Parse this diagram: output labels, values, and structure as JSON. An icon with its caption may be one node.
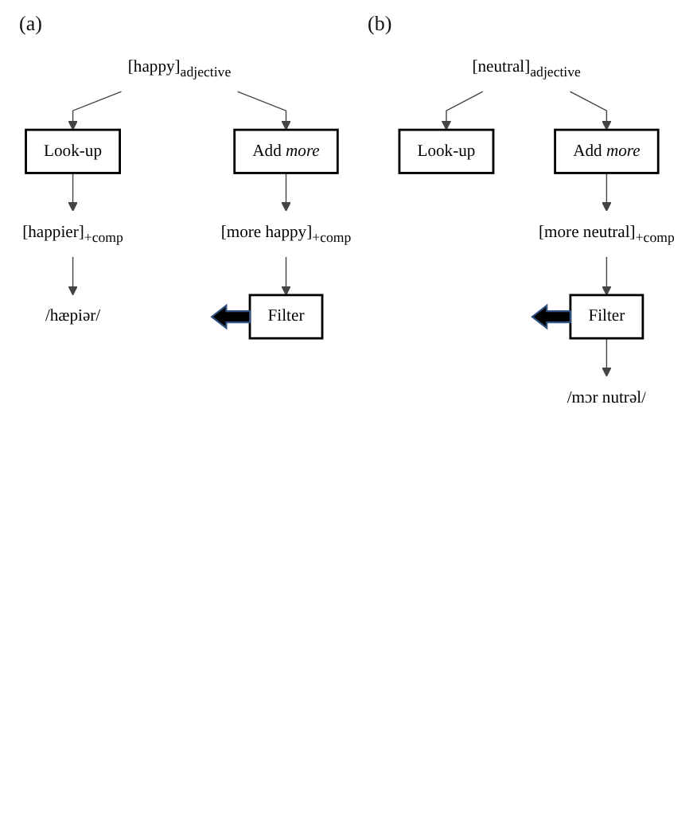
{
  "diagram": {
    "nodes": [
      {
        "text": [
          "[happy]$_{adjective}$"
        ]
      },
      {
        "text": [
          "Look-up"
        ]
      },
      {
        "text": [
          "Add *more*"
        ]
      },
      {
        "text": [
          "[happier]$_{+comp}$"
        ]
      },
      {
        "text": [
          "[more happy]$_{+comp}$"
        ]
      },
      {
        "text": [
          "Filter"
        ]
      },
      {
        "text": [
          "/hæpiər/"
        ]
      },
      {
        "text": [
          "[neutral]$_{adjective}$"
        ]
      },
      {
        "text": [
          "Look-up"
        ]
      },
      {
        "text": [
          "Add *more*"
        ]
      },
      {
        "text": [
          "[more neutral]$_{+comp}$"
        ]
      },
      {
        "text": [
          "Filter"
        ]
      },
      {
        "text": [
          "/mɔr nutrəl/"
        ]
      }
    ],
    "edges": [
      {
        "from": 0,
        "to": 1,
        "arrow": "to"
      },
      {
        "from": 0,
        "to": 2,
        "arrow": "to"
      },
      {
        "from": 1,
        "to": 3,
        "arrow": "to"
      },
      {
        "from": 3,
        "to": 6,
        "arrow": "to"
      },
      {
        "from": 2,
        "to": 4,
        "arrow": "to"
      },
      {
        "from": 4,
        "to": 5,
        "arrow": "to"
      },
      {
        "from": 5,
        "to": null,
        "arrow": "to",
        "style": "thick"
      },
      {
        "from": 7,
        "to": 8,
        "arrow": "to"
      },
      {
        "from": 7,
        "to": 9,
        "arrow": "to"
      },
      {
        "from": 9,
        "to": 10,
        "arrow": "to"
      },
      {
        "from": 10,
        "to": 11,
        "arrow": "to"
      },
      {
        "from": 11,
        "to": null,
        "arrow": "to",
        "style": "thick"
      },
      {
        "from": 11,
        "to": 12,
        "arrow": "to"
      }
    ],
    "labels": [
      "(a)",
      "(b)"
    ]
  }
}
